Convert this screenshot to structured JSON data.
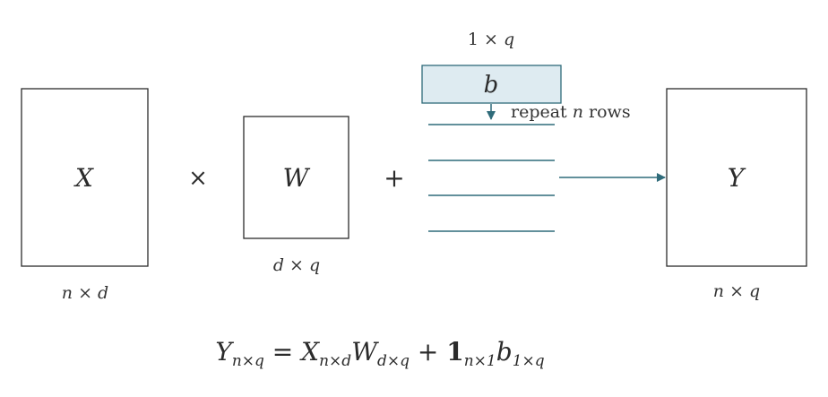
{
  "matrices": {
    "x": {
      "symbol": "X",
      "dim_a": "n",
      "dim_b": "d"
    },
    "w": {
      "symbol": "W",
      "dim_a": "d",
      "dim_b": "q"
    },
    "b": {
      "symbol": "b",
      "dim_a": "1",
      "dim_b": "q"
    },
    "y": {
      "symbol": "Y",
      "dim_a": "n",
      "dim_b": "q"
    }
  },
  "operators": {
    "times": "×",
    "plus": "+"
  },
  "repeat_label": {
    "prefix": "repeat ",
    "var": "n",
    "suffix": " rows"
  },
  "equation": {
    "lhs_var": "Y",
    "lhs_sub": "n×q",
    "eq": " = ",
    "x_var": "X",
    "x_sub": "n×d",
    "w_var": "W",
    "w_sub": "d×q",
    "plus": " + ",
    "one": "1",
    "one_sub": "n×1",
    "b_var": "b",
    "b_sub": "1×q"
  },
  "colors": {
    "teal": "#2f6b7a",
    "bias_fill": "#deebf1",
    "box_stroke": "#2b2b2b",
    "text": "#2b2b2b"
  }
}
